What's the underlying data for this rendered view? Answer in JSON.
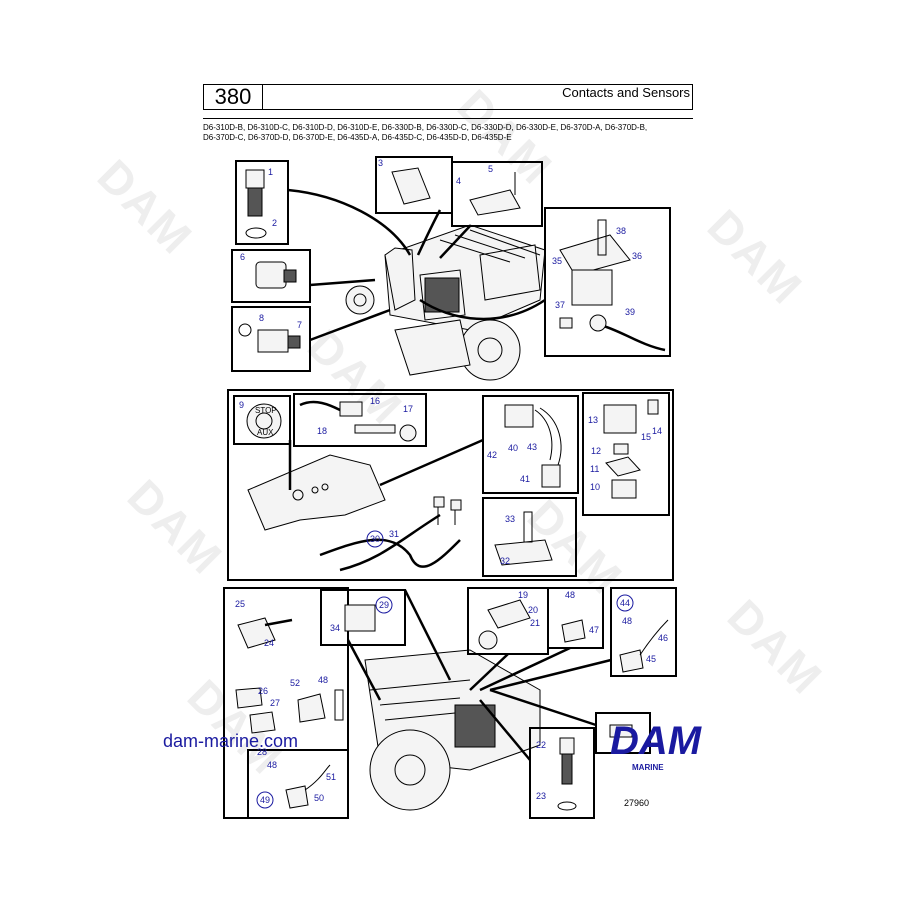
{
  "header": {
    "page_number": "380",
    "title": "Contacts and Sensors"
  },
  "models": {
    "line1": "D6-310D-B, D6-310D-C, D6-310D-D, D6-310D-E, D6-330D-B, D6-330D-C, D6-330D-D, D6-330D-E, D6-370D-A, D6-370D-B,",
    "line2": "D6-370D-C, D6-370D-D, D6-370D-E, D6-435D-A, D6-435D-C, D6-435D-D, D6-435D-E"
  },
  "callouts": [
    "1",
    "2",
    "3",
    "4",
    "5",
    "6",
    "7",
    "8",
    "9",
    "10",
    "11",
    "12",
    "13",
    "14",
    "15",
    "16",
    "17",
    "18",
    "19",
    "20",
    "21",
    "22",
    "23",
    "24",
    "25",
    "26",
    "27",
    "28",
    "29",
    "30",
    "31",
    "32",
    "33",
    "34",
    "35",
    "36",
    "37",
    "38",
    "39",
    "40",
    "41",
    "42",
    "43",
    "44",
    "45",
    "46",
    "47",
    "48",
    "49",
    "50",
    "51",
    "52"
  ],
  "stop_switch": {
    "label_stop": "STOP",
    "label_aux": "AUX"
  },
  "footer": {
    "website": "dam-marine.com",
    "logo_text": "DAM",
    "logo_subtext": "MARINE",
    "figure_number": "27960"
  },
  "watermark_text": "DAM",
  "colors": {
    "callout_text": "#1a1aa0",
    "logo": "#1a1aa0",
    "line": "#000000",
    "watermark": "#eeeeee"
  }
}
